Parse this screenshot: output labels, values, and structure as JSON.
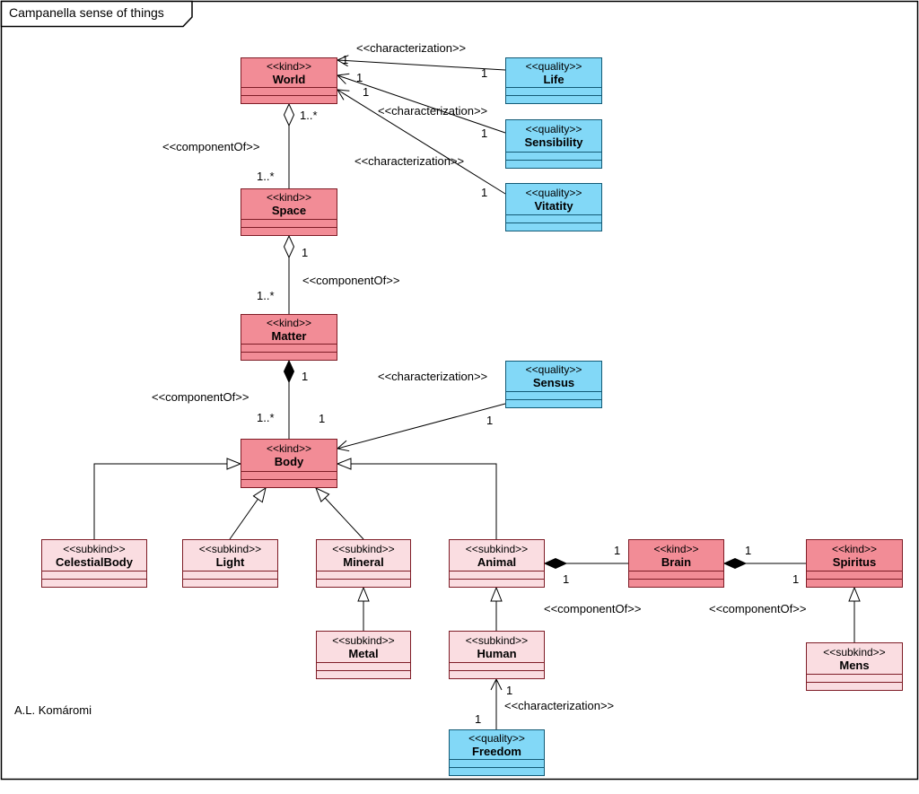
{
  "frame": {
    "title": "Campanella sense of things",
    "author": "A.L. Komáromi"
  },
  "labels": {
    "component_of": "<<componentOf>>",
    "characterization": "<<characterization>>"
  },
  "mult": {
    "one": "1",
    "many": "1..*"
  },
  "classes": {
    "world": {
      "stereotype": "<<kind>>",
      "name": "World"
    },
    "space": {
      "stereotype": "<<kind>>",
      "name": "Space"
    },
    "matter": {
      "stereotype": "<<kind>>",
      "name": "Matter"
    },
    "body": {
      "stereotype": "<<kind>>",
      "name": "Body"
    },
    "brain": {
      "stereotype": "<<kind>>",
      "name": "Brain"
    },
    "spiritus": {
      "stereotype": "<<kind>>",
      "name": "Spiritus"
    },
    "life": {
      "stereotype": "<<quality>>",
      "name": "Life"
    },
    "sensibility": {
      "stereotype": "<<quality>>",
      "name": "Sensibility"
    },
    "vitatity": {
      "stereotype": "<<quality>>",
      "name": "Vitatity"
    },
    "sensus": {
      "stereotype": "<<quality>>",
      "name": "Sensus"
    },
    "freedom": {
      "stereotype": "<<quality>>",
      "name": "Freedom"
    },
    "celestialbody": {
      "stereotype": "<<subkind>>",
      "name": "CelestialBody"
    },
    "light": {
      "stereotype": "<<subkind>>",
      "name": "Light"
    },
    "mineral": {
      "stereotype": "<<subkind>>",
      "name": "Mineral"
    },
    "animal": {
      "stereotype": "<<subkind>>",
      "name": "Animal"
    },
    "metal": {
      "stereotype": "<<subkind>>",
      "name": "Metal"
    },
    "human": {
      "stereotype": "<<subkind>>",
      "name": "Human"
    },
    "mens": {
      "stereotype": "<<subkind>>",
      "name": "Mens"
    }
  },
  "colors": {
    "kind_fill": "#F28C96",
    "subkind_fill": "#FADDE1",
    "quality_fill": "#82D8F7",
    "kind_border": "#7E1C26",
    "quality_border": "#135A75",
    "line": "#000000"
  }
}
